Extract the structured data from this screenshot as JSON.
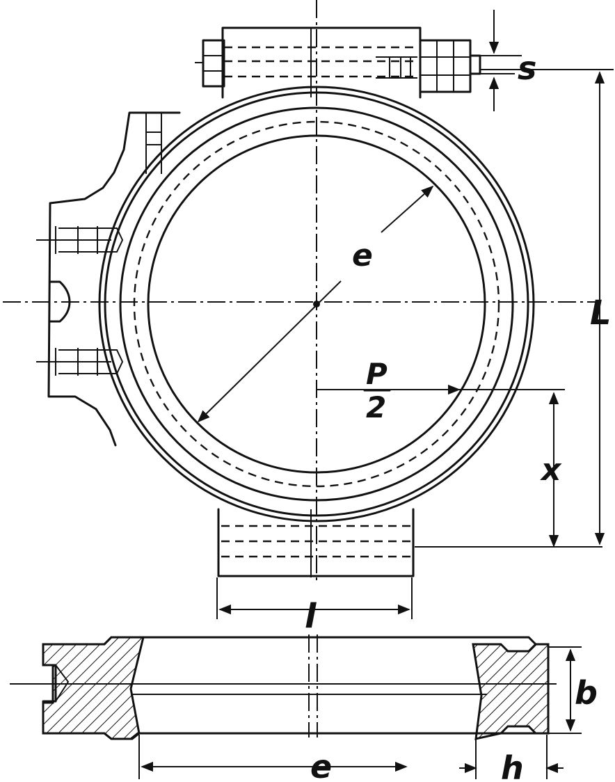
{
  "labels": {
    "radius": "e",
    "thickness": "s",
    "total_length": "L",
    "half_p_num": "P",
    "half_p_den": "2",
    "x": "x",
    "l": "l",
    "b": "b",
    "e_bottom": "e",
    "h": "h"
  },
  "colors": {
    "ink": "#111111",
    "paper": "#ffffff"
  }
}
